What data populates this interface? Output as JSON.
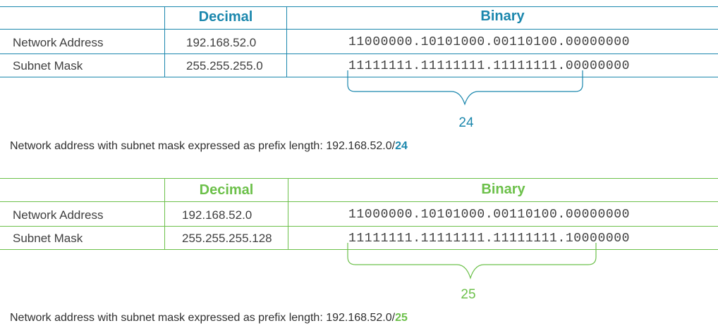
{
  "table1": {
    "accent": "#1b87ad",
    "header_decimal": "Decimal",
    "header_binary": "Binary",
    "rows": [
      {
        "label": "Network Address",
        "decimal": "192.168.52.0",
        "binary": "11000000.10101000.00110100.00000000"
      },
      {
        "label": "Subnet Mask",
        "decimal": "255.255.255.0",
        "binary": "11111111.11111111.11111111.00000000"
      }
    ],
    "bracket_count": "24",
    "caption_prefix": "Network address with subnet mask expressed as prefix length: 192.168.52.0/",
    "caption_prefix_len": "24"
  },
  "table2": {
    "accent": "#6cc04a",
    "header_decimal": "Decimal",
    "header_binary": "Binary",
    "rows": [
      {
        "label": "Network Address",
        "decimal": "192.168.52.0",
        "binary": "11000000.10101000.00110100.00000000"
      },
      {
        "label": "Subnet Mask",
        "decimal": "255.255.255.128",
        "binary": "11111111.11111111.11111111.10000000"
      }
    ],
    "bracket_count": "25",
    "caption_prefix": "Network address with subnet mask expressed as prefix length: 192.168.52.0/",
    "caption_prefix_len": "25"
  }
}
